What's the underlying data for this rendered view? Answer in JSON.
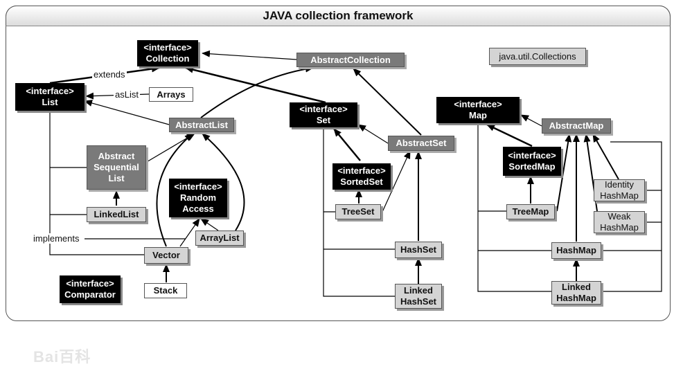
{
  "title": "JAVA collection framework",
  "nodes": {
    "collection": [
      "<interface>",
      "Collection"
    ],
    "abstract_collection": [
      "AbstractCollection"
    ],
    "java_util_collections": [
      "java.util.Collections"
    ],
    "list": [
      "<interface>",
      "List"
    ],
    "arrays": [
      "Arrays"
    ],
    "abstract_list": [
      "AbstractList"
    ],
    "set": [
      "<interface>",
      "Set"
    ],
    "abstract_set": [
      "AbstractSet"
    ],
    "map": [
      "<interface>",
      "Map"
    ],
    "abstract_map": [
      "AbstractMap"
    ],
    "abstract_sequential_list": [
      "Abstract",
      "Sequential",
      "List"
    ],
    "linked_list": [
      "LinkedList"
    ],
    "random_access": [
      "<interface>",
      "Random",
      "Access"
    ],
    "array_list": [
      "ArrayList"
    ],
    "vector": [
      "Vector"
    ],
    "stack": [
      "Stack"
    ],
    "comparator": [
      "<interface>",
      "Comparator"
    ],
    "sorted_set": [
      "<interface>",
      "SortedSet"
    ],
    "tree_set": [
      "TreeSet"
    ],
    "hash_set": [
      "HashSet"
    ],
    "linked_hash_set": [
      "Linked",
      "HashSet"
    ],
    "sorted_map": [
      "<interface>",
      "SortedMap"
    ],
    "tree_map": [
      "TreeMap"
    ],
    "identity_hash_map": [
      "Identity",
      "HashMap"
    ],
    "weak_hash_map": [
      "Weak",
      "HashMap"
    ],
    "hash_map": [
      "HashMap"
    ],
    "linked_hash_map": [
      "Linked",
      "HashMap"
    ]
  },
  "labels": {
    "extends": "extends",
    "as_list": "asList",
    "implements": "implements"
  },
  "watermark": "Bai百科"
}
